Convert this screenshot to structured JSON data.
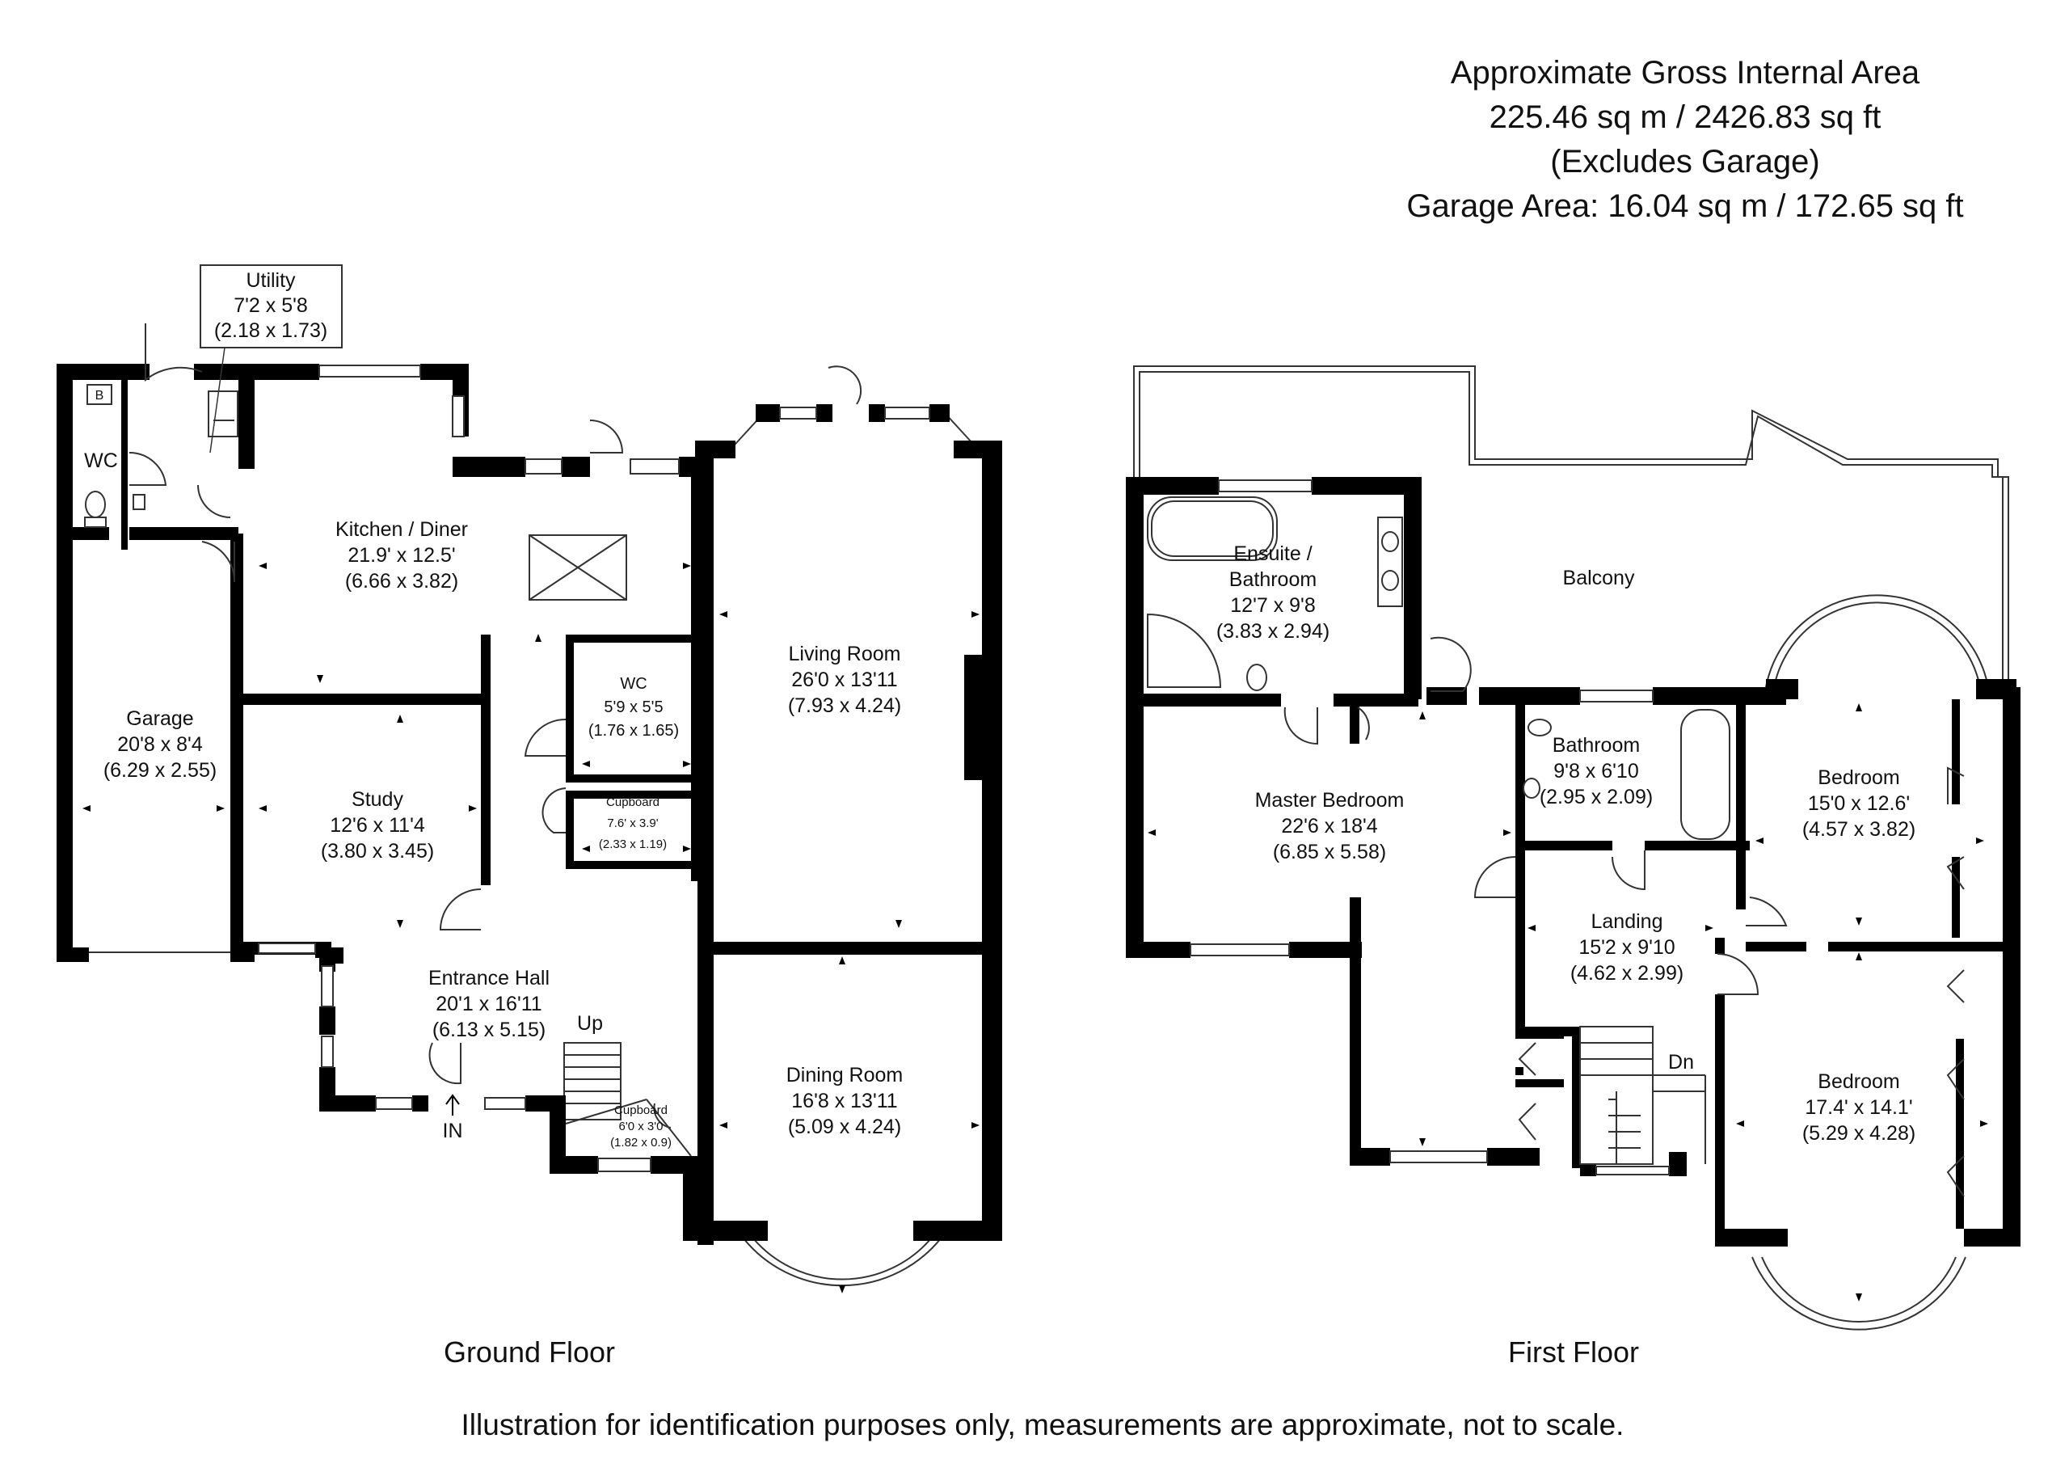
{
  "header": {
    "line1": "Approximate Gross Internal Area",
    "line2": "225.46 sq m / 2426.83 sq ft",
    "line3": "(Excludes Garage)",
    "line4": "Garage Area: 16.04 sq m / 172.65 sq ft"
  },
  "ground_floor": {
    "title": "Ground Floor",
    "rooms": {
      "utility": {
        "name": "Utility",
        "imperial": "7'2 x 5'8",
        "metric": "(2.18 x 1.73)"
      },
      "wc_small": {
        "name": "WC"
      },
      "boiler": {
        "name": "B"
      },
      "kitchen": {
        "name": "Kitchen / Diner",
        "imperial": "21.9' x 12.5'",
        "metric": "(6.66 x 3.82)"
      },
      "living": {
        "name": "Living Room",
        "imperial": "26'0 x 13'11",
        "metric": "(7.93 x 4.24)"
      },
      "garage": {
        "name": "Garage",
        "imperial": "20'8 x 8'4",
        "metric": "(6.29 x 2.55)"
      },
      "study": {
        "name": "Study",
        "imperial": "12'6 x 11'4",
        "metric": "(3.80 x 3.45)"
      },
      "wc": {
        "name": "WC",
        "imperial": "5'9 x 5'5",
        "metric": "(1.76 x 1.65)"
      },
      "cupboard1": {
        "name": "Cupboard",
        "imperial": "7.6' x 3.9'",
        "metric": "(2.33 x 1.19)"
      },
      "hall": {
        "name": "Entrance Hall",
        "imperial": "20'1 x 16'11",
        "metric": "(6.13 x 5.15)"
      },
      "cupboard2": {
        "name": "Cupboard",
        "imperial": "6'0 x 3'0",
        "metric": "(1.82 x 0.9)"
      },
      "dining": {
        "name": "Dining Room",
        "imperial": "16'8 x 13'11",
        "metric": "(5.09 x 4.24)"
      }
    },
    "up_label": "Up",
    "in_label": "IN"
  },
  "first_floor": {
    "title": "First Floor",
    "rooms": {
      "ensuite": {
        "name1": "Ensuite /",
        "name2": "Bathroom",
        "imperial": "12'7 x 9'8",
        "metric": "(3.83 x 2.94)"
      },
      "balcony": {
        "name": "Balcony"
      },
      "master": {
        "name": "Master Bedroom",
        "imperial": "22'6 x 18'4",
        "metric": "(6.85 x 5.58)"
      },
      "bathroom": {
        "name": "Bathroom",
        "imperial": "9'8 x 6'10",
        "metric": "(2.95 x 2.09)"
      },
      "bedroom1": {
        "name": "Bedroom",
        "imperial": "15'0 x 12.6'",
        "metric": "(4.57 x 3.82)"
      },
      "landing": {
        "name": "Landing",
        "imperial": "15'2 x 9'10",
        "metric": "(4.62 x 2.99)"
      },
      "bedroom2": {
        "name": "Bedroom",
        "imperial": "17.4' x 14.1'",
        "metric": "(5.29 x 4.28)"
      }
    },
    "dn_label": "Dn"
  },
  "footer": {
    "disclaimer": "Illustration for identification purposes only, measurements are approximate, not to scale."
  },
  "colors": {
    "wall": "#000000",
    "background": "#ffffff",
    "line": "#333333"
  }
}
